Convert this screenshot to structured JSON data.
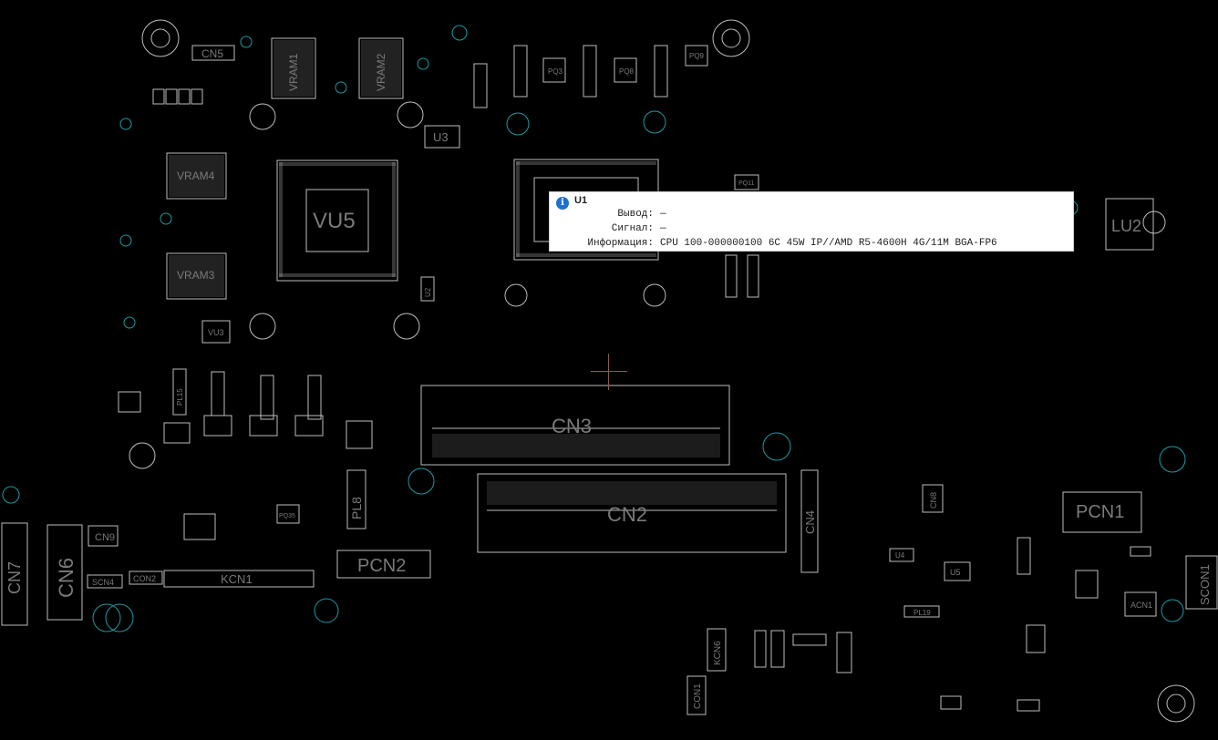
{
  "board": {
    "components": [
      {
        "id": "CN5",
        "label": "CN5"
      },
      {
        "id": "VRAM1",
        "label": "VRAM1"
      },
      {
        "id": "VRAM2",
        "label": "VRAM2"
      },
      {
        "id": "VRAM4",
        "label": "VRAM4"
      },
      {
        "id": "VRAM3",
        "label": "VRAM3"
      },
      {
        "id": "VU5",
        "label": "VU5"
      },
      {
        "id": "U3",
        "label": "U3"
      },
      {
        "id": "LU2",
        "label": "LU2"
      },
      {
        "id": "CN3",
        "label": "CN3"
      },
      {
        "id": "CN2",
        "label": "CN2"
      },
      {
        "id": "CN4",
        "label": "CN4"
      },
      {
        "id": "PCN1",
        "label": "PCN1"
      },
      {
        "id": "PCN2",
        "label": "PCN2"
      },
      {
        "id": "KCN1",
        "label": "KCN1"
      },
      {
        "id": "CN6",
        "label": "CN6"
      },
      {
        "id": "CN7",
        "label": "CN7"
      },
      {
        "id": "CN9",
        "label": "CN9"
      },
      {
        "id": "SCN4",
        "label": "SCN4"
      },
      {
        "id": "CON2",
        "label": "CON2"
      },
      {
        "id": "SCON1",
        "label": "SCON1"
      },
      {
        "id": "ACN1",
        "label": "ACN1"
      },
      {
        "id": "KCN6",
        "label": "KCN6"
      },
      {
        "id": "CON1",
        "label": "CON1"
      },
      {
        "id": "PQ8",
        "label": "PQ8"
      },
      {
        "id": "PQ3",
        "label": "PQ3"
      },
      {
        "id": "PQ9",
        "label": "PQ9"
      },
      {
        "id": "PL8",
        "label": "PL8"
      },
      {
        "id": "VU3",
        "label": "VU3"
      },
      {
        "id": "PL15",
        "label": "PL15"
      },
      {
        "id": "CN8",
        "label": "CN8"
      },
      {
        "id": "PL19",
        "label": "PL19"
      },
      {
        "id": "U4",
        "label": "U4"
      },
      {
        "id": "U5",
        "label": "U5"
      },
      {
        "id": "U2",
        "label": "U2"
      },
      {
        "id": "PQ35",
        "label": "PQ35"
      },
      {
        "id": "PQ11",
        "label": "PQ11"
      }
    ]
  },
  "tooltip": {
    "icon": "info-icon",
    "title": "U1",
    "rows": [
      {
        "key": "Вывод:",
        "value": "—"
      },
      {
        "key": "Сигнал:",
        "value": "—"
      },
      {
        "key": "Информация:",
        "value": "CPU 100-000000100 6C 45W IP//AMD R5-4600H 4G/11M BGA-FP6"
      }
    ]
  },
  "colors": {
    "background": "#000000",
    "silkscreen": "#c8c8c8",
    "outline": "#bdbdbd",
    "via": "#1e9aa0",
    "tooltip_bg": "#ffffff",
    "info_icon": "#1d6fd1",
    "crosshair": "#8a5a5a"
  }
}
